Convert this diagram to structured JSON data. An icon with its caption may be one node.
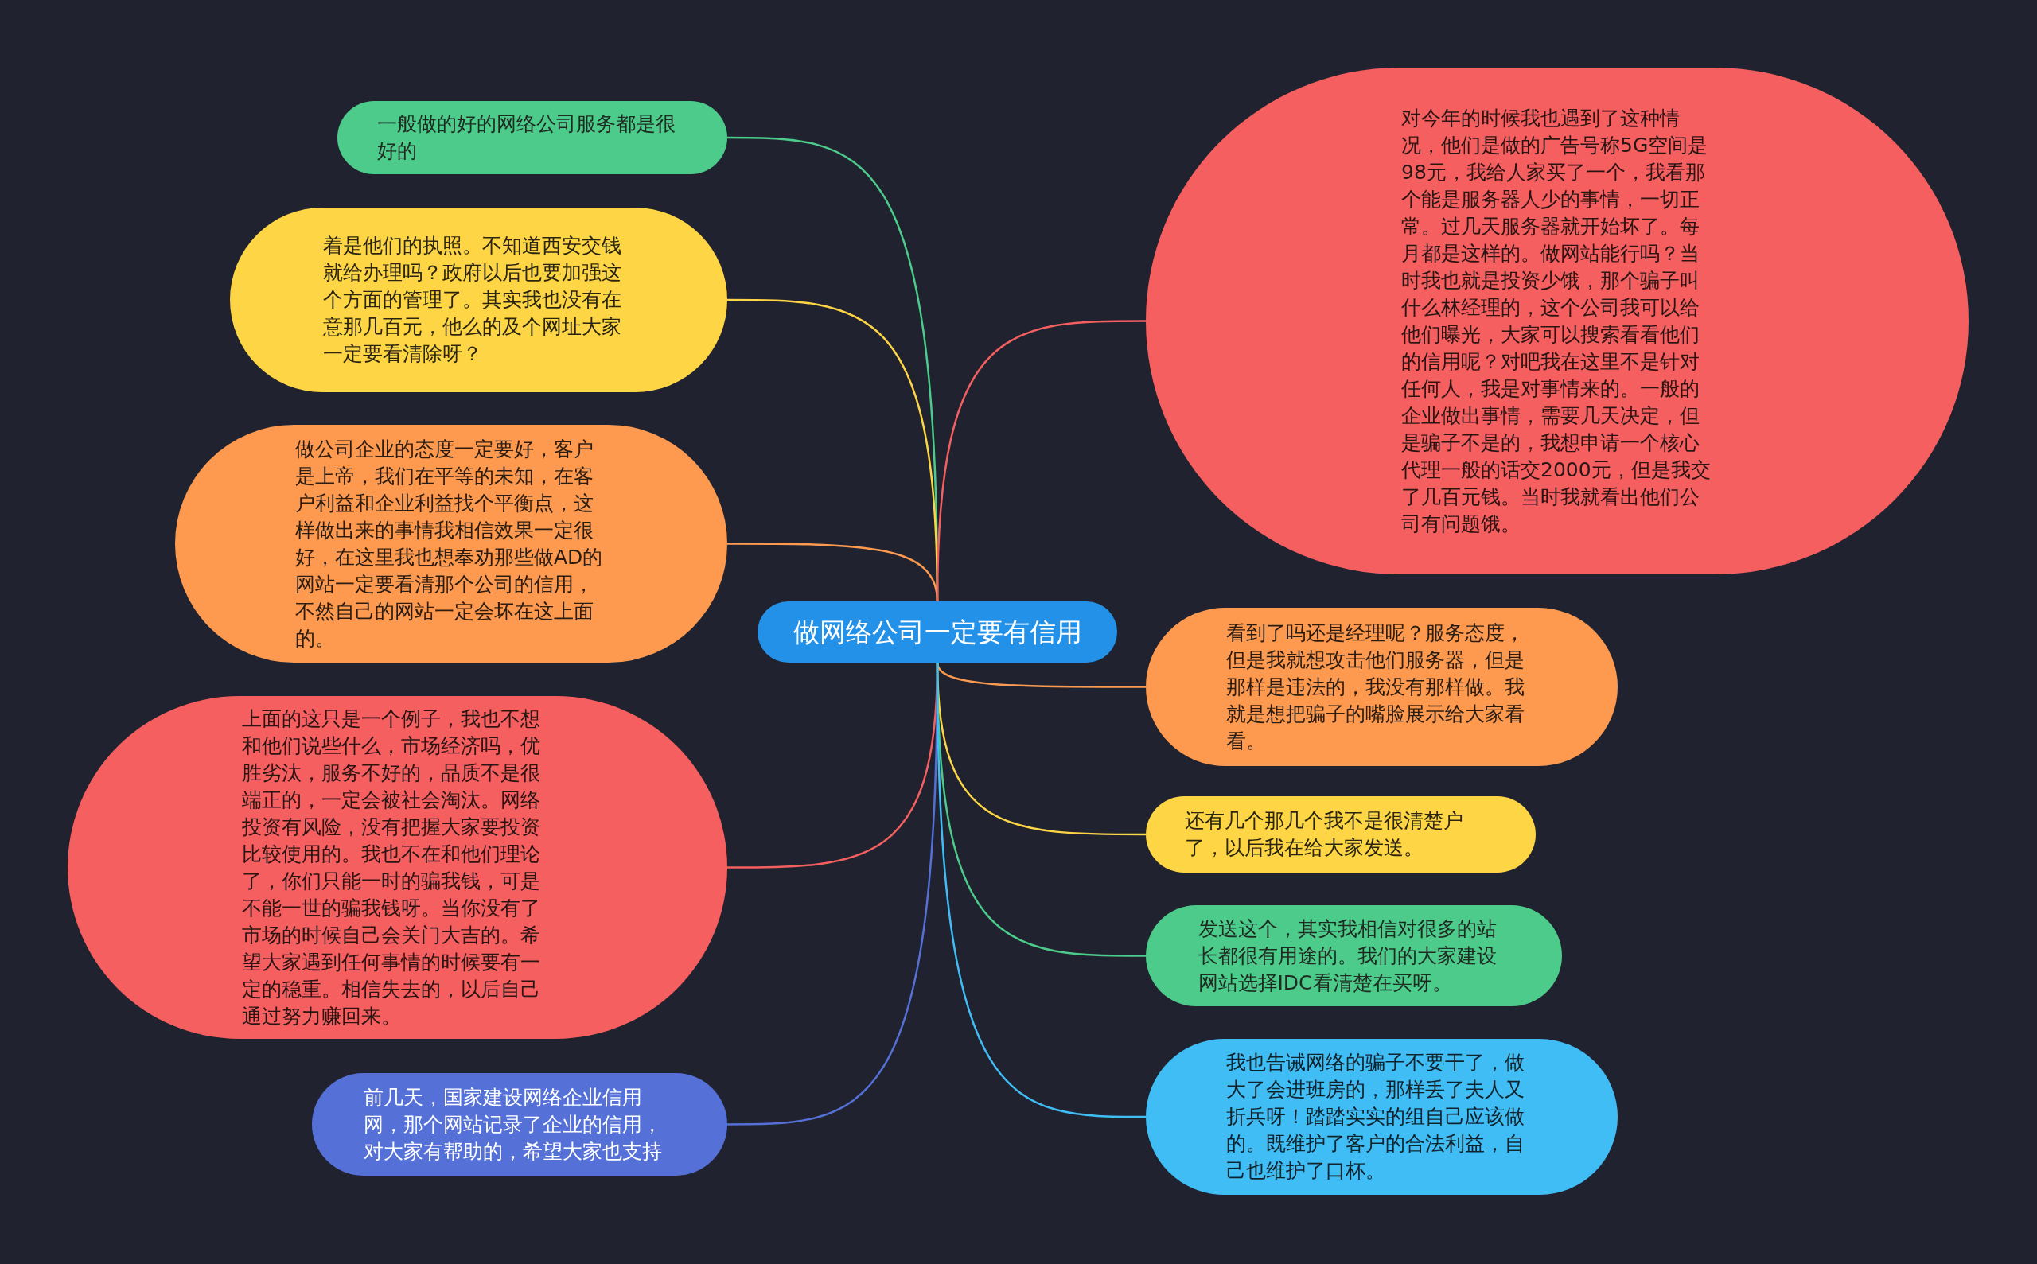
{
  "diagram": {
    "nodes": [
      {
        "text": [
          "做网络公司一定要有信用"
        ]
      },
      {
        "text": [
          "一般做的好的网络公司服务都是很好的"
        ]
      },
      {
        "text": [
          "着是他们的执照。不知道西安交钱就给办理吗？政府以后也要加强这个方面的管理了。其实我也没有在意那几百元，他么的及个网址大家一定要看清除呀？"
        ]
      },
      {
        "text": [
          "做公司企业的态度一定要好，客户是上帝，我们在平等的未知，在客户利益和企业利益找个平衡点，这样做出来的事情我相信效果一定很好，在这里我也想奉劝那些做AD的网站一定要看清那个公司的信用，不然自己的网站一定会坏在这上面的。"
        ]
      },
      {
        "text": [
          "上面的这只是一个例子，我也不想和他们说些什么，市场经济吗，优胜劣汰，服务不好的，品质不是很端正的，一定会被社会淘汰。网络投资有风险，没有把握大家要投资比较使用的。我也不在和他们理论了，你们只能一时的骗我钱，可是不能一世的骗我钱呀。当你没有了市场的时候自己会关门大吉的。希望大家遇到任何事情的时候要有一定的稳重。相信失去的，以后自己通过努力赚回来。"
        ]
      },
      {
        "text": [
          "前几天，国家建设网络企业信用网，那个网站记录了企业的信用，对大家有帮助的，希望大家也支持"
        ]
      },
      {
        "text": [
          "对今年的时候我也遇到了这种情况，他们是做的广告号称5G空间是98元，我给人家买了一个，我看那个能是服务器人少的事情，一切正常。过几天服务器就开始坏了。每月都是这样的。做网站能行吗？当时我也就是投资少饿，那个骗子叫什么林经理的，这个公司我可以给他们曝光，大家可以搜索看看他们的信用呢？对吧我在这里不是针对任何人，我是对事情来的。一般的企业做出事情，需要几天决定，但是骗子不是的，我想申请一个核心代理一般的话交2000元，但是我交了几百元钱。当时我就看出他们公司有问题饿。"
        ]
      },
      {
        "text": [
          "看到了吗还是经理呢？服务态度，但是我就想攻击他们服务器，但是那样是违法的，我没有那样做。我就是想把骗子的嘴脸展示给大家看看。"
        ]
      },
      {
        "text": [
          "还有几个那几个我不是很清楚户了，以后我在给大家发送。"
        ]
      },
      {
        "text": [
          "发送这个，其实我相信对很多的站长都很有用途的。我们的大家建设网站选择IDC看清楚在买呀。"
        ]
      },
      {
        "text": [
          "我也告诫网络的骗子不要干了，做大了会进班房的，那样丢了夫人又折兵呀！踏踏实实的组自己应该做的。既维护了客户的合法利益，自己也维护了口杯。"
        ]
      }
    ],
    "edges": [
      {
        "from": 0,
        "to": 1,
        "arrow": "none",
        "color": "#4ccb8a"
      },
      {
        "from": 0,
        "to": 2,
        "arrow": "none",
        "color": "#fdd545"
      },
      {
        "from": 0,
        "to": 3,
        "arrow": "none",
        "color": "#fd9a50"
      },
      {
        "from": 0,
        "to": 4,
        "arrow": "none",
        "color": "#f55f5f"
      },
      {
        "from": 0,
        "to": 5,
        "arrow": "none",
        "color": "#5570d6"
      },
      {
        "from": 0,
        "to": 6,
        "arrow": "none",
        "color": "#f55f5f"
      },
      {
        "from": 0,
        "to": 7,
        "arrow": "none",
        "color": "#fd9a50"
      },
      {
        "from": 0,
        "to": 8,
        "arrow": "none",
        "color": "#fdd545"
      },
      {
        "from": 0,
        "to": 9,
        "arrow": "none",
        "color": "#4ccb8a"
      },
      {
        "from": 0,
        "to": 10,
        "arrow": "none",
        "color": "#41bdf5"
      }
    ]
  }
}
